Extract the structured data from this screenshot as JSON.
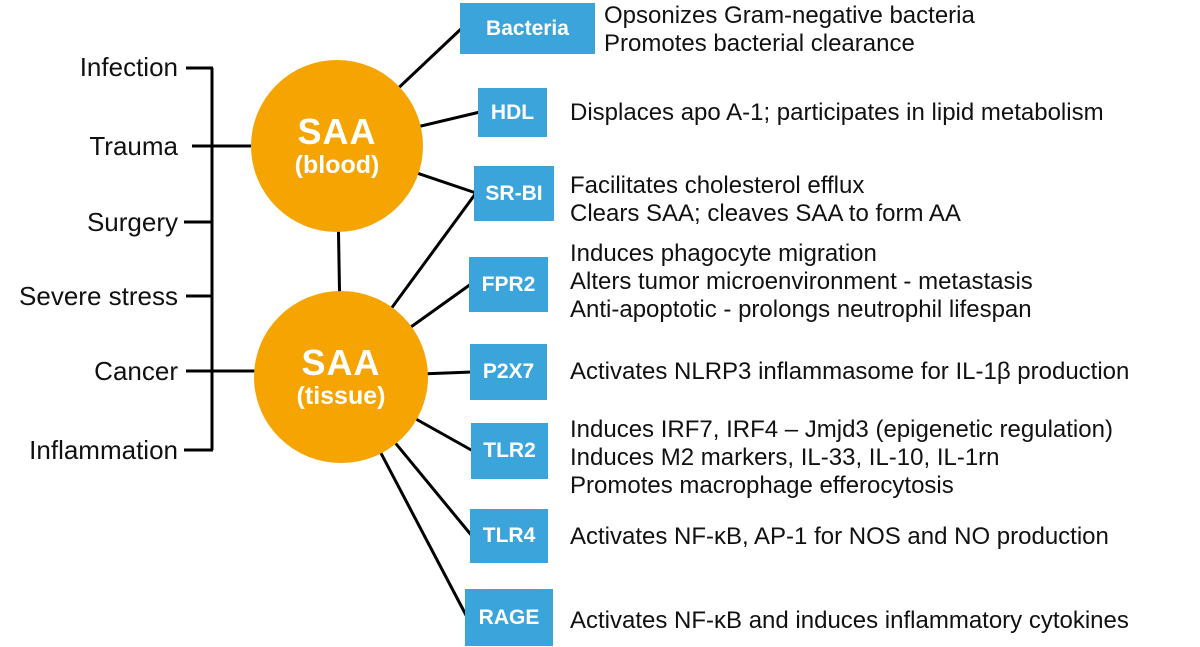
{
  "palette": {
    "node_orange": "#F5A402",
    "receptor_blue": "#3BA5DB",
    "line_black": "#000000",
    "text_black": "#111111"
  },
  "stimuli": [
    "Infection",
    "Trauma",
    "Surgery",
    "Severe stress",
    "Cancer",
    "Inflammation"
  ],
  "nodes": {
    "blood": {
      "title": "SAA",
      "subtitle": "(blood)"
    },
    "tissue": {
      "title": "SAA",
      "subtitle": "(tissue)"
    }
  },
  "receptors": [
    {
      "label": "Bacteria",
      "description": "Opsonizes Gram-negative bacteria\nPromotes bacterial clearance"
    },
    {
      "label": "HDL",
      "description": "Displaces apo A-1; participates in lipid metabolism"
    },
    {
      "label": "SR-BI",
      "description": "Facilitates cholesterol efflux\nClears SAA; cleaves SAA to form AA"
    },
    {
      "label": "FPR2",
      "description": "Induces phagocyte migration\nAlters tumor microenvironment - metastasis\nAnti-apoptotic - prolongs neutrophil lifespan"
    },
    {
      "label": "P2X7",
      "description": "Activates NLRP3 inflammasome for IL-1β production"
    },
    {
      "label": "TLR2",
      "description": "Induces IRF7, IRF4 – Jmjd3 (epigenetic regulation)\nInduces M2 markers, IL-33, IL-10, IL-1rn\nPromotes macrophage efferocytosis"
    },
    {
      "label": "TLR4",
      "description": "Activates NF-κB, AP-1 for NOS and NO production"
    },
    {
      "label": "RAGE",
      "description": "Activates NF-κB and induces inflammatory cytokines"
    }
  ],
  "connections": [
    {
      "from": "SAA (blood)",
      "to": "Bacteria"
    },
    {
      "from": "SAA (blood)",
      "to": "HDL"
    },
    {
      "from": "SAA (blood)",
      "to": "SR-BI"
    },
    {
      "from": "SAA (blood)",
      "to": "SAA (tissue)"
    },
    {
      "from": "SAA (tissue)",
      "to": "SR-BI"
    },
    {
      "from": "SAA (tissue)",
      "to": "FPR2"
    },
    {
      "from": "SAA (tissue)",
      "to": "P2X7"
    },
    {
      "from": "SAA (tissue)",
      "to": "TLR2"
    },
    {
      "from": "SAA (tissue)",
      "to": "TLR4"
    },
    {
      "from": "SAA (tissue)",
      "to": "RAGE"
    },
    {
      "from": "stimuli",
      "to": "SAA (blood)"
    },
    {
      "from": "stimuli",
      "to": "SAA (tissue)"
    }
  ]
}
